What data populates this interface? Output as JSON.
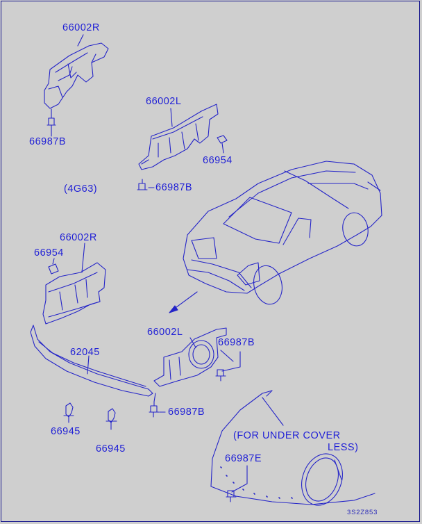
{
  "colors": {
    "background": "#cfcfcf",
    "ink": "#1f1fd6"
  },
  "labels": {
    "p66002r_top": "66002R",
    "p66987b_top": "66987B",
    "p66002l_top": "66002L",
    "p66954_top": "66954",
    "engine_note": "(4G63)",
    "p66987b_mid": "66987B",
    "p66002r_mid": "66002R",
    "p66954_mid": "66954",
    "p66002l_low": "66002L",
    "p66987b_right": "66987B",
    "p62045": "62045",
    "p66987b_bottom": "66987B",
    "p66945_left": "66945",
    "p66945_center": "66945",
    "under_cover_line1": "(FOR UNDER COVER",
    "under_cover_line2": "LESS)",
    "p66987e": "66987E",
    "diagram_code": "3S2Z853"
  }
}
